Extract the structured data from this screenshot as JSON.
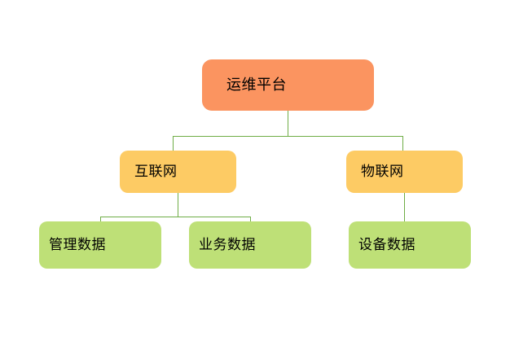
{
  "diagram": {
    "type": "hierarchy-tree",
    "title": "",
    "colors": {
      "root_fill": "#FB9460",
      "branch_fill": "#FDCB64",
      "leaf_fill": "#BEE077",
      "connector": "#6FAD46",
      "text": "#000000",
      "background": "#FFFFFF"
    },
    "root": {
      "label": "运维平台"
    },
    "branches": [
      {
        "label": "互联网"
      },
      {
        "label": "物联网"
      }
    ],
    "leaves": [
      {
        "label": "管理数据"
      },
      {
        "label": "业务数据"
      },
      {
        "label": "设备数据"
      }
    ]
  }
}
